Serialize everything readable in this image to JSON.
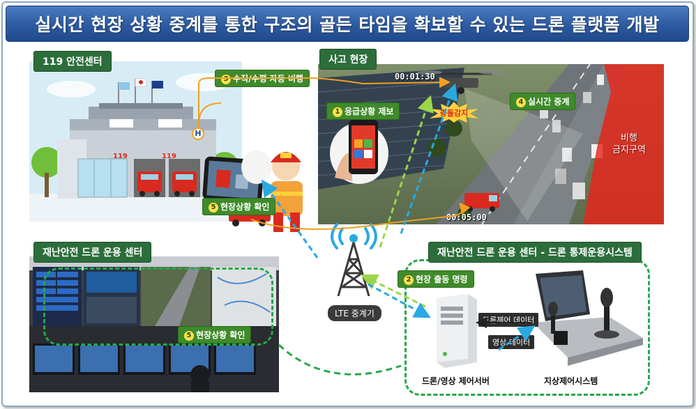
{
  "title": "실시간 현장 상황 중계를 통한 구조의 골든 타임을 확보할 수 있는 드론 플랫폼 개발",
  "sections": {
    "center119": "119 안전센터",
    "accident": "사고 현장",
    "disaster_center": "재난안전 드론 운용 센터",
    "control_system": "재난안전 드론 운용 센터 - 드론 통제운용시스템"
  },
  "steps": {
    "s1": {
      "num": "1",
      "label": "응급상황 제보"
    },
    "s2": {
      "num": "2",
      "label": "현장 출동 명령"
    },
    "s3": {
      "num": "3",
      "label": "수직/수평 자동 비행"
    },
    "s4": {
      "num": "4",
      "label": "실시간 중계"
    },
    "s5a": {
      "num": "5",
      "label": "현장상황 확인"
    },
    "s5b": {
      "num": "5",
      "label": "현장상황 확인"
    }
  },
  "times": {
    "t1": "00:01:30",
    "t2": "00:05:00"
  },
  "collision": "충돌감지",
  "no_fly": [
    "비행",
    "금지구역"
  ],
  "station_sign": "119",
  "helipad": "H",
  "lte": "LTE 중계기",
  "data_labels": {
    "drone_ctrl": "드론제어 데이터",
    "video": "영상 데이터"
  },
  "devices": {
    "server": "드론/영상 제어서버",
    "ground": "지상제어시스템"
  },
  "colors": {
    "title_bg": "#2d5aa0",
    "section_green": "#2c6e3b",
    "dashed_green": "#25a84a",
    "arrow_blue": "#2aa9e0",
    "arrow_lime": "#9bd64a",
    "path_orange": "#f0a020"
  }
}
